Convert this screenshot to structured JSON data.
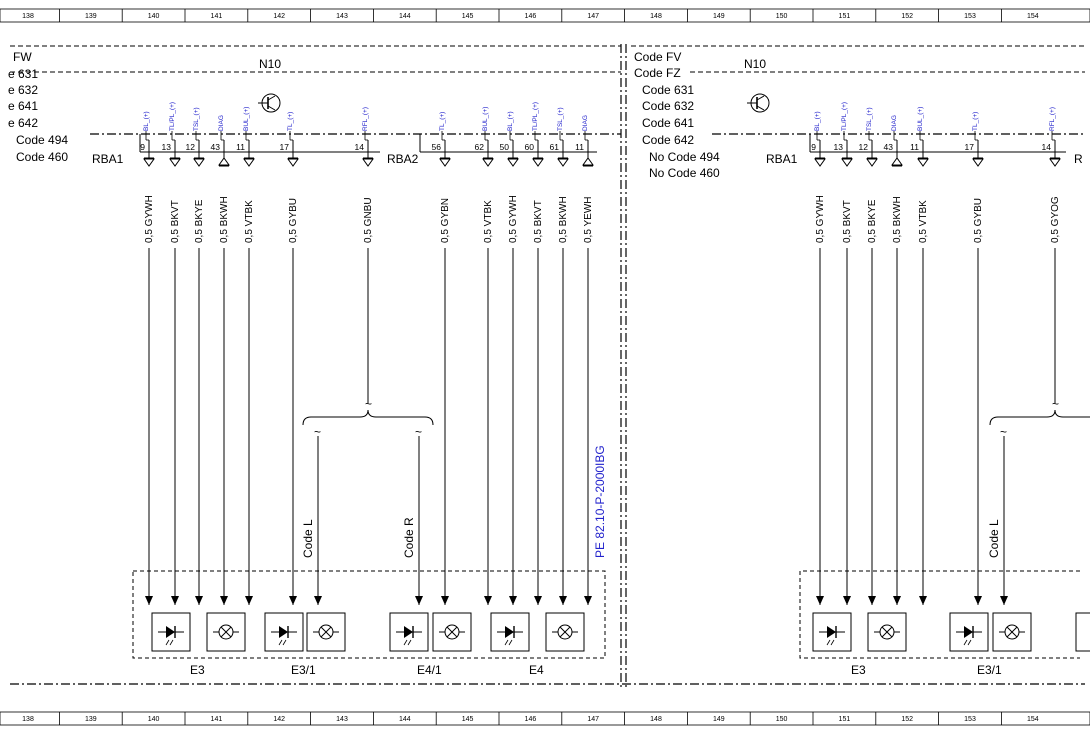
{
  "ruler": [
    "138",
    "139",
    "140",
    "141",
    "142",
    "143",
    "144",
    "145",
    "146",
    "147",
    "148",
    "149",
    "150",
    "151",
    "152",
    "153",
    "154"
  ],
  "left": {
    "header_fw": "FW",
    "codes": [
      "e 631",
      "e 632",
      "e 641",
      "e 642",
      "Code 494",
      "Code 460"
    ],
    "module": "N10",
    "connector1": "RBA1",
    "connector2": "RBA2",
    "pins1": [
      {
        "pin": "9",
        "sig": "BL_(+)",
        "wire": "0,5 GYWH",
        "term": "down"
      },
      {
        "pin": "13",
        "sig": "TL/PL_(+)",
        "wire": "0,5 BKVT",
        "term": "down"
      },
      {
        "pin": "12",
        "sig": "TSL_(+)",
        "wire": "0,5 BKYE",
        "term": "down"
      },
      {
        "pin": "43",
        "sig": "DIAG",
        "wire": "0,5 BKWH",
        "term": "up"
      },
      {
        "pin": "11",
        "sig": "BUL_(+)",
        "wire": "0,5 VTBK",
        "term": "down"
      },
      {
        "pin": "17",
        "sig": "TL_(+)",
        "wire": "0,5 GYBU",
        "term": "down"
      },
      {
        "pin": "14",
        "sig": "RFL_(+)",
        "wire": "0,5 GNBU",
        "term": "down"
      }
    ],
    "pins2": [
      {
        "pin": "56",
        "sig": "TL_(+)",
        "wire": "0,5 GYBN",
        "term": "down"
      },
      {
        "pin": "62",
        "sig": "BUL_(+)",
        "wire": "0,5 VTBK",
        "term": "down"
      },
      {
        "pin": "50",
        "sig": "BL_(+)",
        "wire": "0,5 GYWH",
        "term": "down"
      },
      {
        "pin": "60",
        "sig": "TL/PL_(+)",
        "wire": "0,5 BKVT",
        "term": "down"
      },
      {
        "pin": "61",
        "sig": "TSL_(+)",
        "wire": "0,5 BKWH",
        "term": "down"
      },
      {
        "pin": "11",
        "sig": "DIAG",
        "wire": "0,5 YEWH",
        "term": "up"
      }
    ],
    "code_l": "Code L",
    "code_r": "Code R",
    "reference": "PE 82.10-P-2000IBG",
    "components": [
      "E3",
      "E3/1",
      "E4/1",
      "E4"
    ]
  },
  "right": {
    "codes": [
      "Code FV",
      "Code FZ",
      "Code 631",
      "Code 632",
      "Code 641",
      "Code 642",
      "No  Code 494",
      "No  Code 460"
    ],
    "module": "N10",
    "connector1": "RBA1",
    "connector2_partial": "R",
    "pins1": [
      {
        "pin": "9",
        "sig": "BL_(+)",
        "wire": "0,5 GYWH",
        "term": "down"
      },
      {
        "pin": "13",
        "sig": "TL/PL_(+)",
        "wire": "0,5 BKVT",
        "term": "down"
      },
      {
        "pin": "12",
        "sig": "TSL_(+)",
        "wire": "0,5 BKYE",
        "term": "down"
      },
      {
        "pin": "43",
        "sig": "DIAG",
        "wire": "0,5 BKWH",
        "term": "up"
      },
      {
        "pin": "11",
        "sig": "BUL_(+)",
        "wire": "0,5 VTBK",
        "term": "down"
      },
      {
        "pin": "17",
        "sig": "TL_(+)",
        "wire": "0,5 GYBU",
        "term": "down"
      },
      {
        "pin": "14",
        "sig": "RFL_(+)",
        "wire": "0,5 GYOG",
        "term": "down"
      }
    ],
    "code_l": "Code L",
    "components": [
      "E3",
      "E3/1"
    ]
  }
}
